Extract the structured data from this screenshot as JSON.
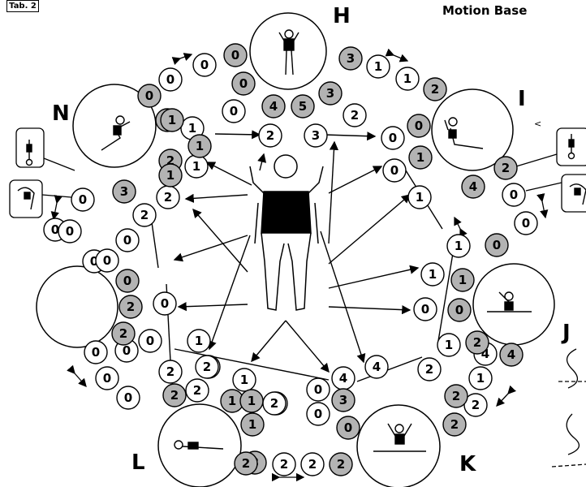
{
  "header": {
    "tab_label": "Tab. 2",
    "title": "Motion Base"
  },
  "letters": [
    "H",
    "I",
    "N",
    "J",
    "L",
    "K"
  ],
  "small_glyphs": [
    "<"
  ],
  "colors": {
    "gray_bubble": "#b3b3b3",
    "white_bubble": "#ffffff",
    "stroke": "#000000"
  },
  "bubbles": {
    "outer_ring": [
      "0",
      "0",
      "0",
      "0",
      "0",
      "0",
      "0",
      "0",
      "0",
      "0",
      "0",
      "0",
      "0",
      "0",
      "3",
      "1",
      "1",
      "2",
      "2",
      "0",
      "0",
      "0",
      "2",
      "2",
      "1",
      "1",
      "1",
      "1",
      "2",
      "2",
      "4",
      "4",
      "2",
      "2",
      "2",
      "3",
      "3"
    ],
    "inner_ring": [
      "0",
      "0",
      "4",
      "5",
      "3",
      "2",
      "2",
      "3",
      "0",
      "0",
      "2",
      "1",
      "1",
      "1",
      "2",
      "4",
      "1",
      "1",
      "0",
      "0",
      "1",
      "2",
      "2",
      "2",
      "4",
      "4",
      "3",
      "0",
      "1",
      "1",
      "2",
      "2",
      "2",
      "1",
      "1",
      "1",
      "0",
      "0",
      "0",
      "0",
      "0",
      "0",
      "2",
      "2",
      "1",
      "1",
      "1",
      "2",
      "1",
      "2",
      "2"
    ]
  }
}
